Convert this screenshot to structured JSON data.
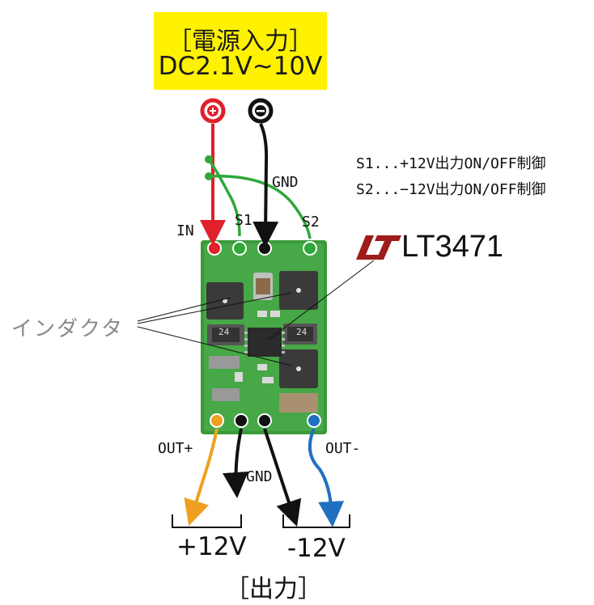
{
  "power_input": {
    "title": "［電源入力］",
    "range": "DC2.1V~10V"
  },
  "terminals": {
    "plus_symbol": "+",
    "minus_symbol": "−"
  },
  "notes": {
    "s1": "S1...+12V出力ON/OFF制御",
    "s2": "S2...−12V出力ON/OFF制御"
  },
  "pins": {
    "in": "IN",
    "s1": "S1",
    "s2": "S2",
    "gnd_top": "GND",
    "out_plus": "OUT+",
    "out_minus": "OUT-",
    "gnd_bottom": "GND"
  },
  "chip": {
    "name": "LT3471",
    "logo_color": "#a01c1c"
  },
  "inductor_label": "インダクタ",
  "board_markings": [
    "24",
    "24"
  ],
  "outputs": {
    "positive": "+12V",
    "negative": "-12V",
    "title": "［出力］"
  },
  "colors": {
    "input_box": "#fff200",
    "red_wire": "#e0202a",
    "green_wire": "#2fa83a",
    "black_wire": "#111111",
    "orange_wire": "#f0a020",
    "blue_wire": "#2070c0",
    "pcb": "#3a9a3a"
  }
}
